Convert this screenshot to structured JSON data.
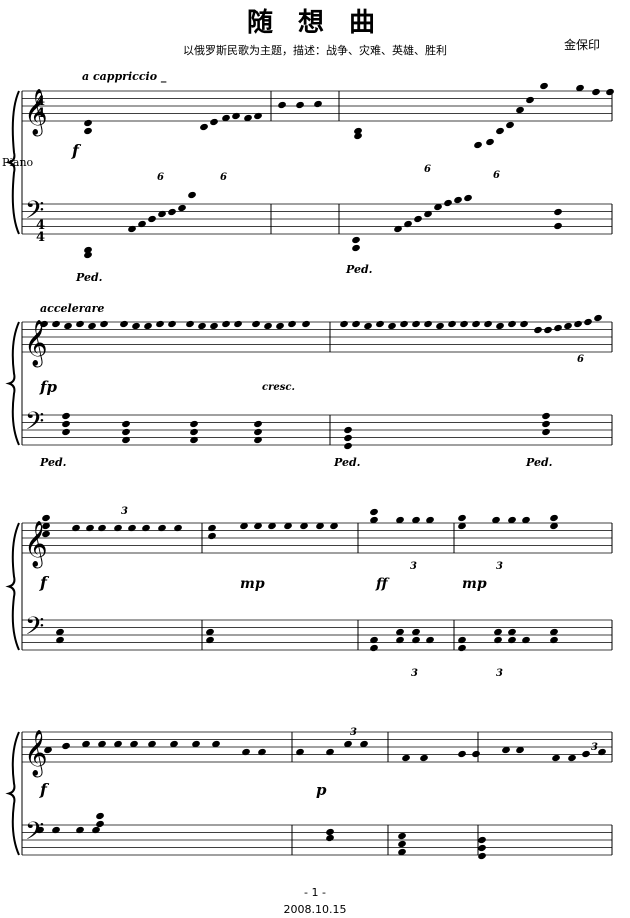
{
  "header": {
    "title": "随 想 曲",
    "subtitle": "以俄罗斯民歌为主题，描述：战争、灾难、英雄、胜利",
    "composer": "金保印"
  },
  "instrument": "Piano",
  "time_signature": {
    "top": "4",
    "bottom": "4"
  },
  "markings": {
    "tempo_1": "a  cappriccio _",
    "tempo_2": "accelerare",
    "f": "f",
    "fp": "fp",
    "cresc": "cresc.",
    "mp": "mp",
    "ff": "ff",
    "p": "p",
    "ped": "Ped.",
    "tuplet_6": "6",
    "tuplet_3": "3"
  },
  "footer": {
    "page_number": "- 1 -",
    "date": "2008.10.15"
  }
}
